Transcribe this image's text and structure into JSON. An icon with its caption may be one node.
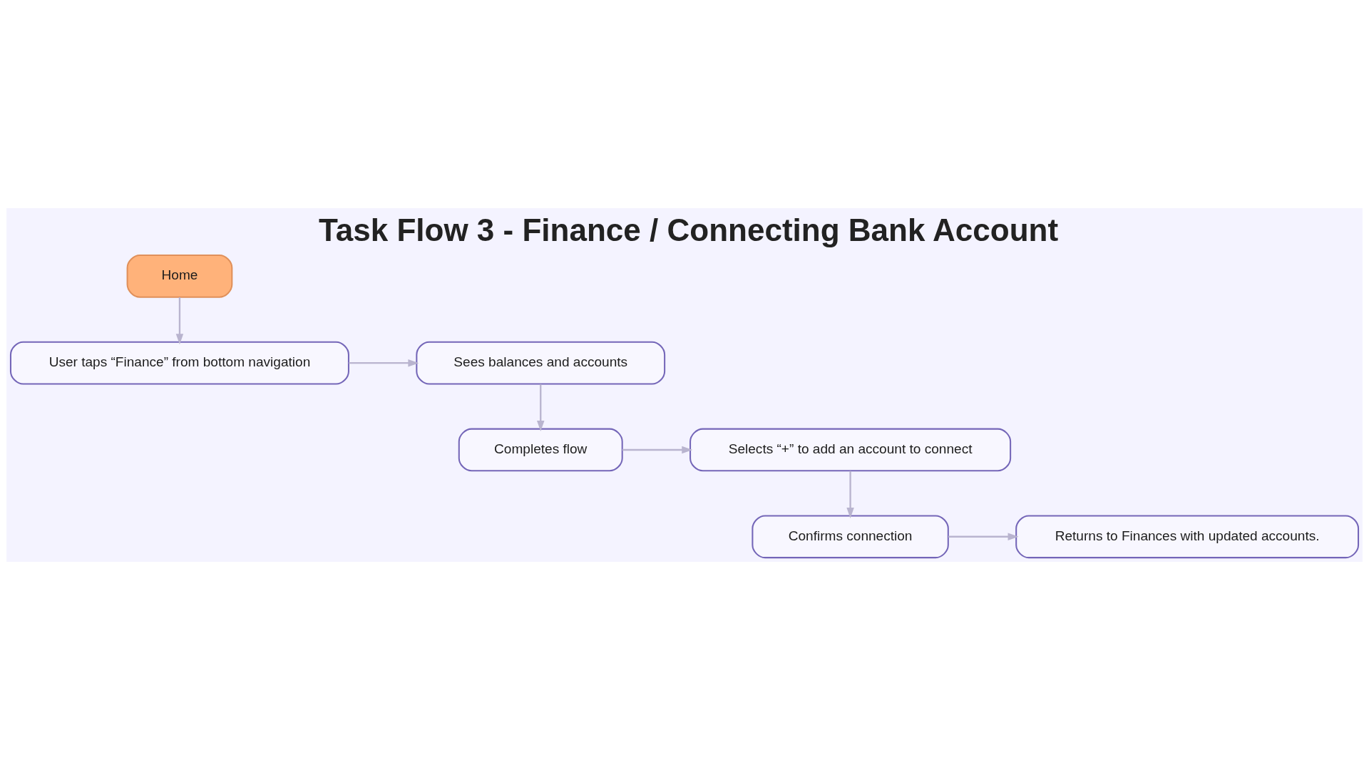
{
  "diagram": {
    "title": "Task Flow 3 - Finance / Connecting Bank Account",
    "nodes": [
      {
        "text": [
          "Home"
        ]
      },
      {
        "text": [
          "User taps “Finance” from bottom navigation"
        ]
      },
      {
        "text": [
          "Sees balances and accounts"
        ]
      },
      {
        "text": [
          "Selects “+” to add an account to connect"
        ]
      },
      {
        "text": [
          "Completes flow"
        ]
      },
      {
        "text": [
          "Confirms connection"
        ]
      },
      {
        "text": [
          "Returns to Finances with updated accounts."
        ]
      }
    ],
    "edges": [
      {
        "from": 0,
        "to": 1,
        "arrow": "to"
      },
      {
        "from": 1,
        "to": 2,
        "arrow": "to"
      },
      {
        "from": 2,
        "to": 4,
        "arrow": "to"
      },
      {
        "from": 4,
        "to": 3,
        "arrow": "to"
      },
      {
        "from": 3,
        "to": 5,
        "arrow": "to"
      },
      {
        "from": 5,
        "to": 6,
        "arrow": "to"
      }
    ]
  }
}
